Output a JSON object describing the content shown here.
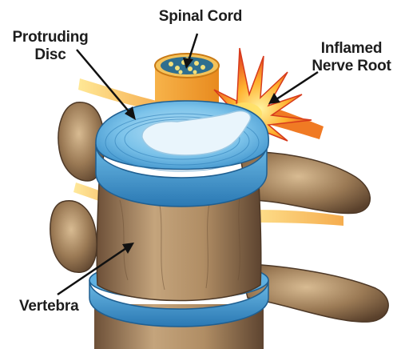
{
  "labels": {
    "spinal_cord": "Spinal Cord",
    "protruding_disc": [
      "Protruding",
      "Disc"
    ],
    "inflamed_nerve_root": [
      "Inflamed",
      "Nerve Root"
    ],
    "vertebra": "Vertebra"
  },
  "colors": {
    "bone": "#8a6a48",
    "bone_dark": "#5e4530",
    "bone_light": "#c8ab85",
    "disc": "#4aa3d8",
    "disc_light": "#9dd3f0",
    "nucleus": "#e8f4fb",
    "nerve_orange": "#f59a2a",
    "nerve_yellow": "#ffd766",
    "inflamed_red": "#e0341f",
    "cord_cross_section": "#2f6f8f",
    "arrow": "#111111"
  }
}
